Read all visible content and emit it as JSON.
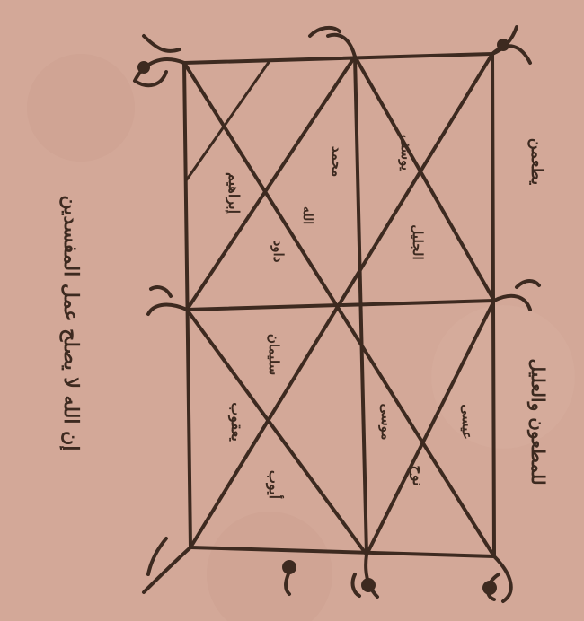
{
  "document": {
    "side_inscription": "إن الله لا يصلح عمل المفسدين",
    "bottom_inscription": "للمطعون والعليل",
    "top_inscription": "يطعمن",
    "cells": [
      {
        "id": "c1",
        "text": "يعقوب"
      },
      {
        "id": "c2",
        "text": "إبراهيم"
      },
      {
        "id": "c3",
        "text": "يوسف"
      },
      {
        "id": "c4",
        "text": "موسى"
      },
      {
        "id": "c5",
        "text": "عيسى"
      },
      {
        "id": "c6",
        "text": "محمد"
      },
      {
        "id": "c7",
        "text": "داود"
      },
      {
        "id": "c8",
        "text": "سليمان"
      },
      {
        "id": "c9",
        "text": "نوح"
      },
      {
        "id": "c10",
        "text": "الله"
      },
      {
        "id": "c11",
        "text": "أيوب"
      },
      {
        "id": "c12",
        "text": "الجليل"
      }
    ]
  },
  "colors": {
    "paper": "#d3a898",
    "ink": "#3d2a20"
  }
}
